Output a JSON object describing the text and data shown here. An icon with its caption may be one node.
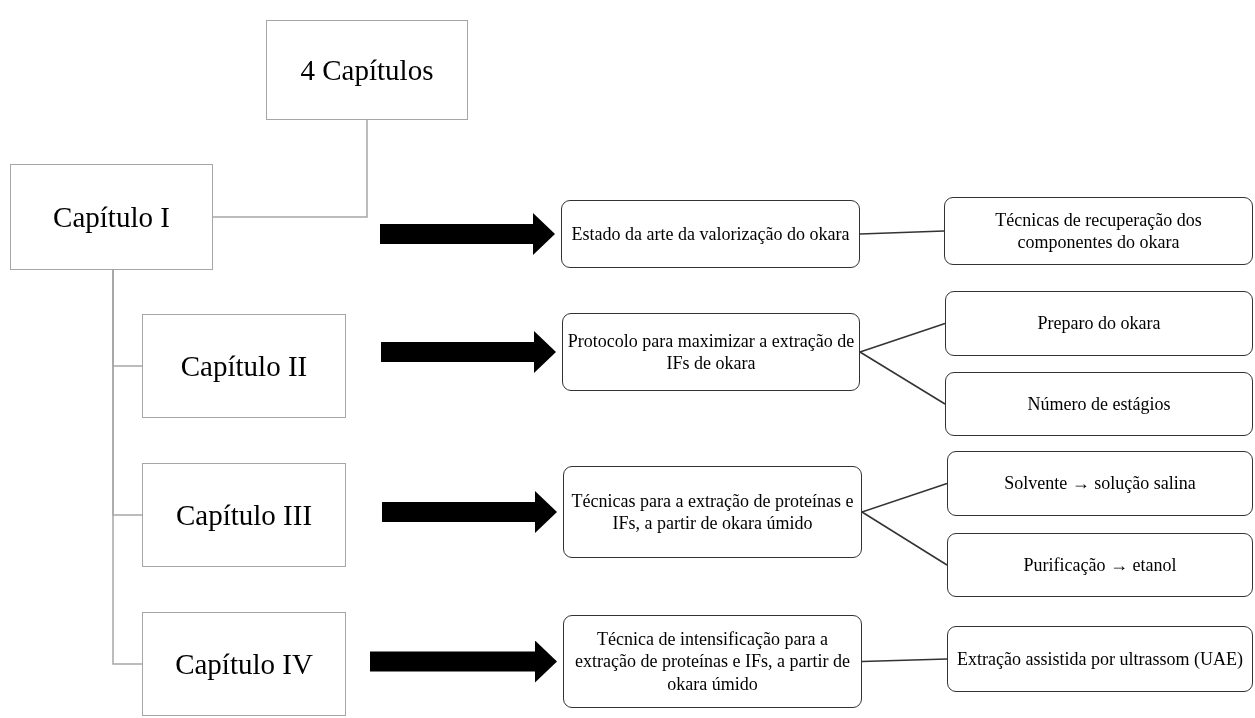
{
  "diagram": {
    "nodes": [
      {
        "text": [
          "4 Capítulos"
        ]
      },
      {
        "text": [
          "Capítulo I"
        ]
      },
      {
        "text": [
          "Capítulo II"
        ]
      },
      {
        "text": [
          "Capítulo III"
        ]
      },
      {
        "text": [
          "Capítulo IV"
        ]
      },
      {
        "text": [
          "Estado da arte da valorização do okara"
        ]
      },
      {
        "text": [
          "Técnicas de recuperação dos componentes do okara"
        ]
      },
      {
        "text": [
          "Protocolo para maximizar a extração de IFs de okara"
        ]
      },
      {
        "text": [
          "Preparo do okara"
        ]
      },
      {
        "text": [
          "Número de estágios"
        ]
      },
      {
        "text": [
          "Técnicas para a extração de proteínas e IFs, a partir de okara úmido"
        ]
      },
      {
        "text": [
          "Solvente → solução salina"
        ]
      },
      {
        "text": [
          "Purificação → etanol"
        ]
      },
      {
        "text": [
          "Técnica de intensificação para a extração de proteínas e IFs, a partir de okara úmido"
        ]
      },
      {
        "text": [
          "Extração assistida por ultrassom (UAE)"
        ]
      }
    ],
    "edges": [
      {
        "from": 0,
        "to": 1,
        "arrow": "none",
        "color": "#a6a6a6"
      },
      {
        "from": 1,
        "to": 2,
        "arrow": "none",
        "color": "#a6a6a6"
      },
      {
        "from": 1,
        "to": 3,
        "arrow": "none",
        "color": "#a6a6a6"
      },
      {
        "from": 1,
        "to": 4,
        "arrow": "none",
        "color": "#a6a6a6"
      },
      {
        "from": null,
        "to": 5,
        "arrow": "to",
        "style": "thick"
      },
      {
        "from": null,
        "to": 7,
        "arrow": "to",
        "style": "thick"
      },
      {
        "from": null,
        "to": 10,
        "arrow": "to",
        "style": "thick"
      },
      {
        "from": null,
        "to": 13,
        "arrow": "to",
        "style": "thick"
      },
      {
        "from": 5,
        "to": 6,
        "arrow": "none"
      },
      {
        "from": 7,
        "to": 8,
        "arrow": "none"
      },
      {
        "from": 7,
        "to": 9,
        "arrow": "none"
      },
      {
        "from": 10,
        "to": 11,
        "arrow": "none"
      },
      {
        "from": 10,
        "to": 12,
        "arrow": "none"
      },
      {
        "from": 13,
        "to": 14,
        "arrow": "none"
      }
    ]
  }
}
